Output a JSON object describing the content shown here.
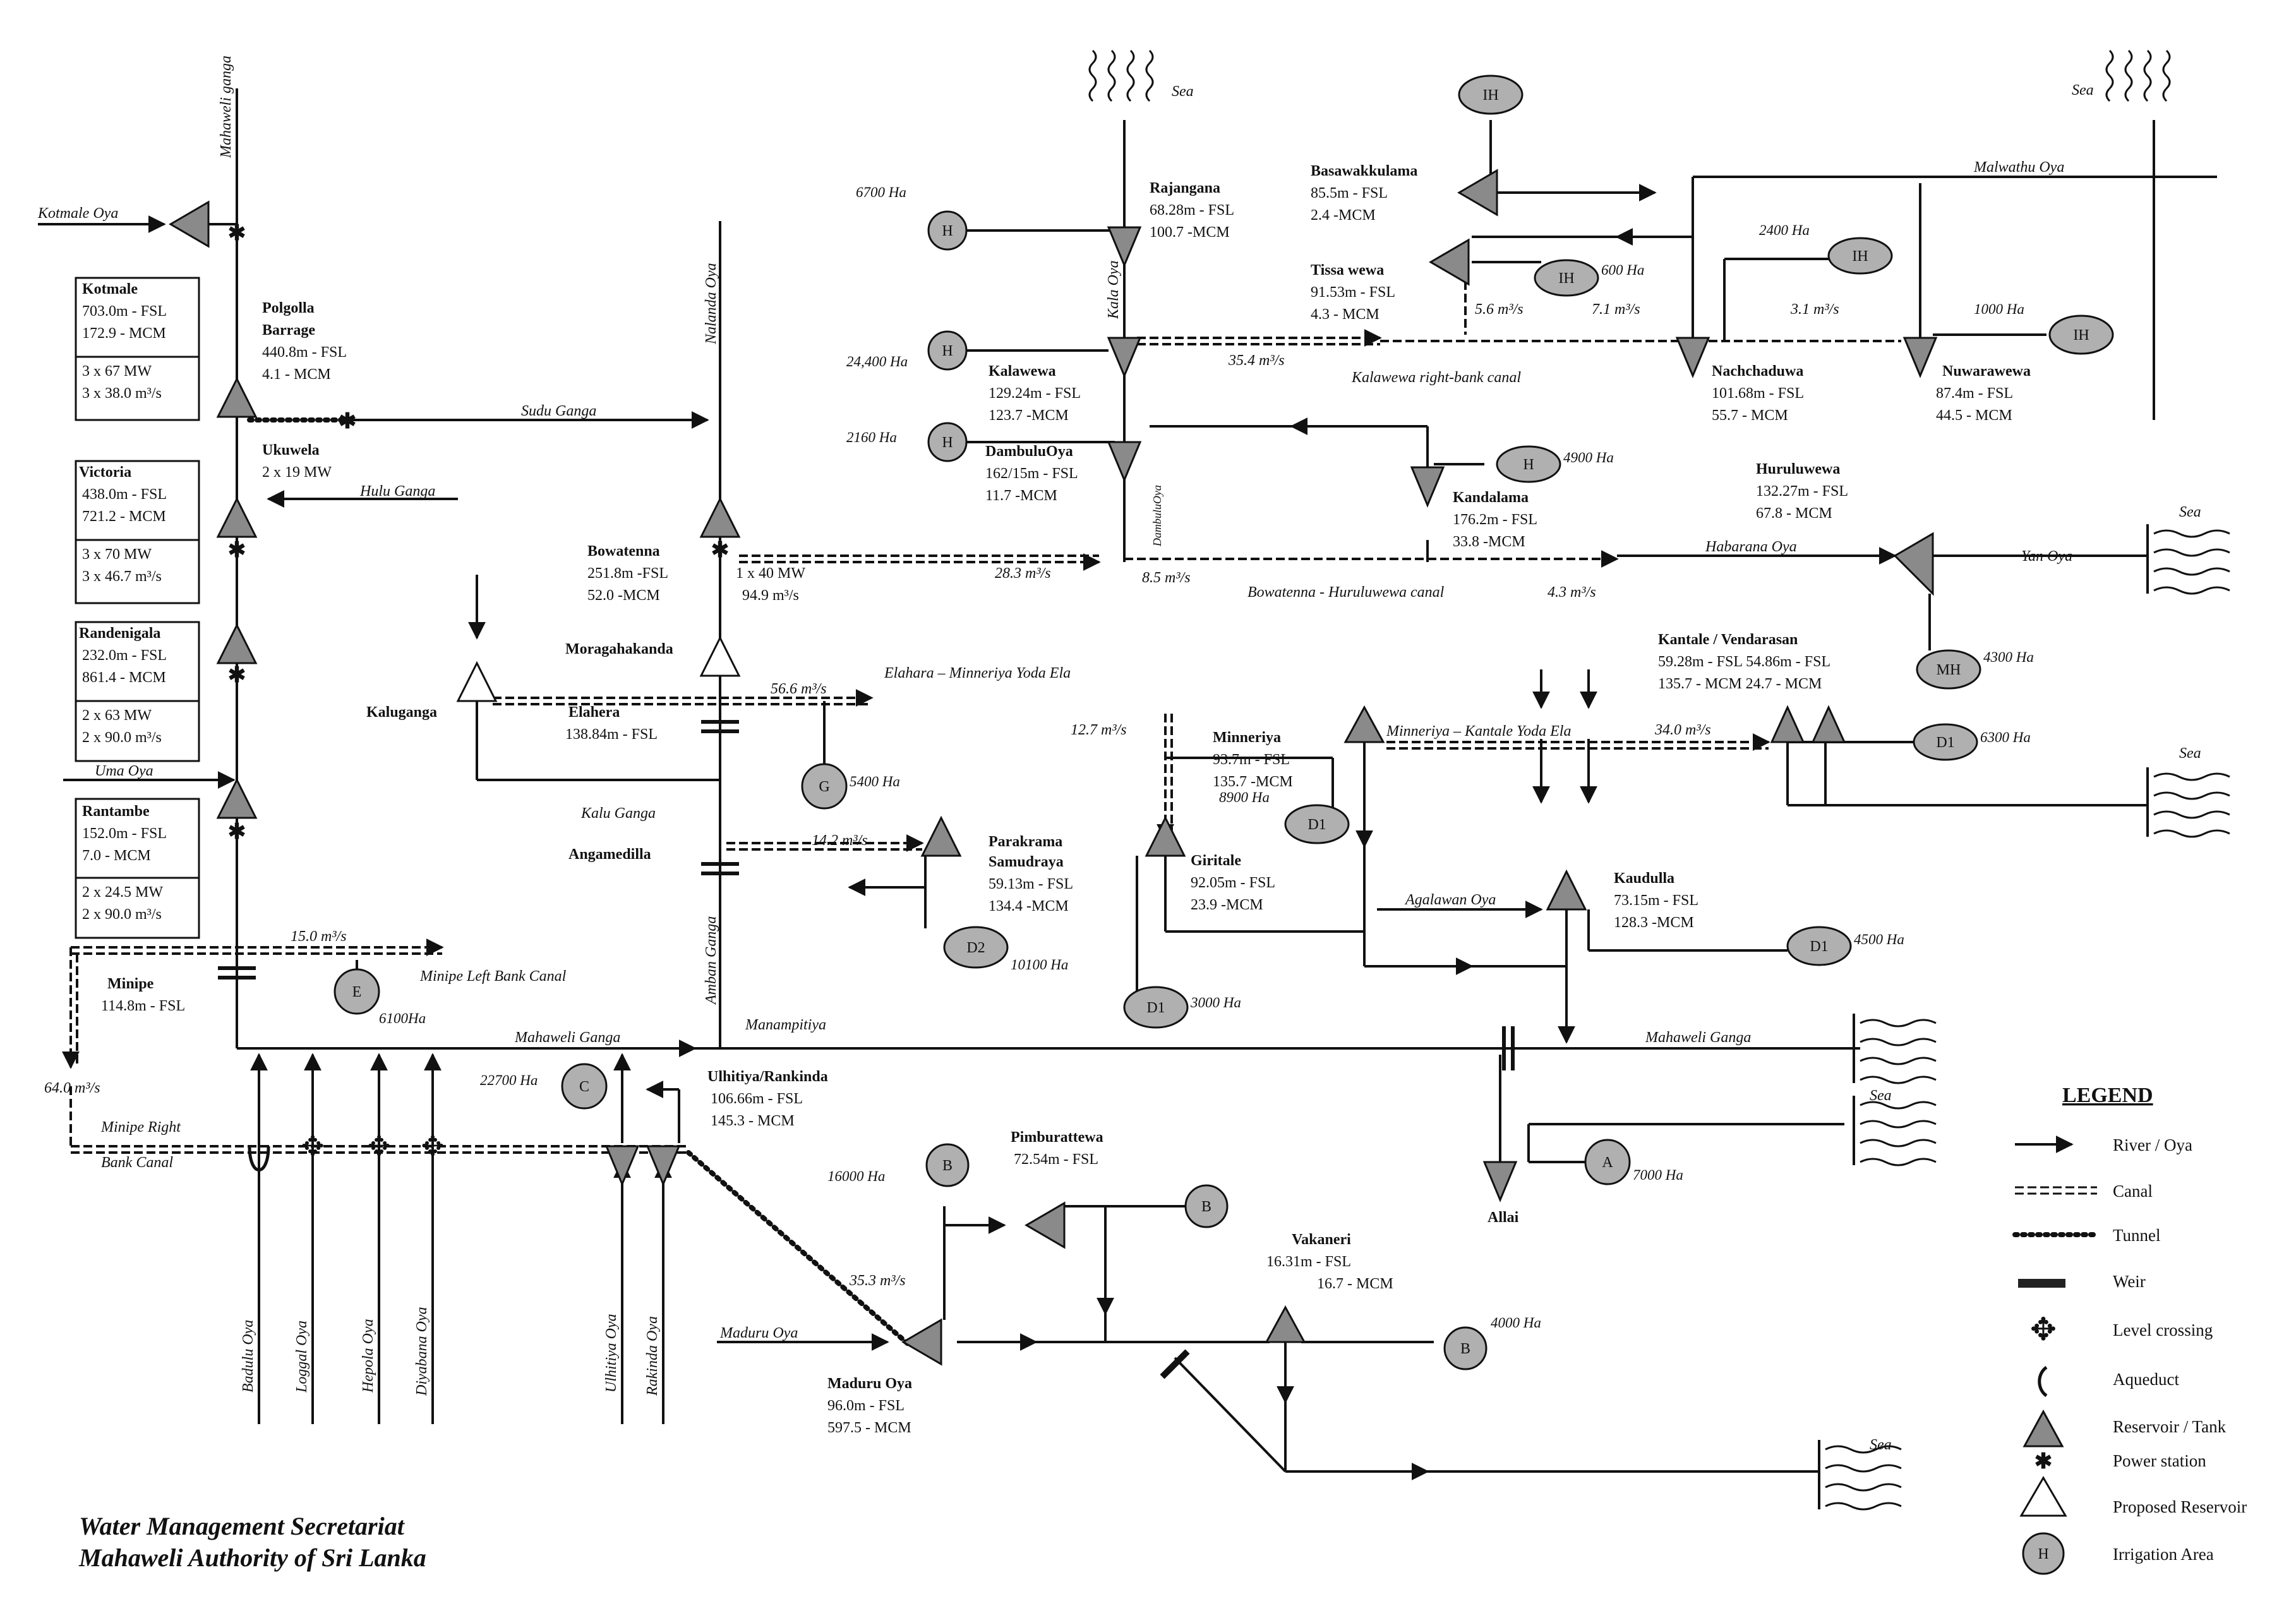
{
  "stations": {
    "kotmale": [
      "Kotmale",
      "703.0m - FSL",
      "172.9 - MCM",
      "3 x 67  MW",
      "3 x 38.0  m³/s"
    ],
    "victoria": [
      "Victoria",
      "438.0m - FSL",
      "721.2 - MCM",
      "3 x 70  MW",
      "3 x 46.7 m³/s"
    ],
    "randenigala": [
      "Randenigala",
      "232.0m - FSL",
      "861.4 - MCM",
      "2 x 63  MW",
      "2 x 90.0 m³/s"
    ],
    "rantambe": [
      "Rantambe",
      "152.0m - FSL",
      "7.0 - MCM",
      "2 x 24.5  MW",
      "2 x 90.0 m³/s"
    ]
  },
  "reservoirs": {
    "polgolla": [
      "Polgolla",
      "Barrage",
      "440.8m - FSL",
      "4.1 - MCM"
    ],
    "ukuwela": [
      "Ukuwela",
      "2 x 19 MW"
    ],
    "bowatenna": [
      "Bowatenna",
      "251.8m -FSL",
      "52.0 -MCM"
    ],
    "bowatenna_ps": [
      "1 x 40  MW",
      "94.9 m³/s"
    ],
    "moragahakanda": [
      "Moragahakanda"
    ],
    "kaluganga": [
      "Kaluganga"
    ],
    "elahera": [
      "Elahera",
      "138.84m - FSL"
    ],
    "angamedilla": [
      "Angamedilla"
    ],
    "minipe": [
      "Minipe",
      "114.8m - FSL"
    ],
    "rajangana": [
      "Rajangana",
      "68.28m - FSL",
      "100.7 -MCM"
    ],
    "kalawewa": [
      "Kalawewa",
      "129.24m - FSL",
      "123.7 -MCM"
    ],
    "dambuluoya": [
      "DambuluOya",
      "162/15m - FSL",
      "11.7 -MCM"
    ],
    "basawakkulama": [
      "Basawakkulama",
      "85.5m - FSL",
      "2.4 -MCM"
    ],
    "tissa_wewa": [
      "Tissa wewa",
      "91.53m - FSL",
      "4.3 - MCM"
    ],
    "nachchaduwa": [
      "Nachchaduwa",
      "101.68m - FSL",
      "55.7 - MCM"
    ],
    "nuwarawewa": [
      "Nuwarawewa",
      "87.4m - FSL",
      "44.5 - MCM"
    ],
    "kandalama": [
      "Kandalama",
      "176.2m - FSL",
      "33.8 -MCM"
    ],
    "huruluwewa": [
      "Huruluwewa",
      "132.27m - FSL",
      "67.8 - MCM"
    ],
    "kantale": [
      "Kantale  /  Vendarasan",
      "59.28m - FSL   54.86m - FSL",
      "135.7 - MCM    24.7 - MCM"
    ],
    "minneriya": [
      "Minneriya",
      "93.7m - FSL",
      "135.7 -MCM"
    ],
    "giritale": [
      "Giritale",
      "92.05m - FSL",
      "23.9 -MCM"
    ],
    "parakrama": [
      "Parakrama",
      "Samudraya",
      "59.13m - FSL",
      "134.4 -MCM"
    ],
    "kaudulla": [
      "Kaudulla",
      "73.15m - FSL",
      "128.3 -MCM"
    ],
    "ulhitiya": [
      "Ulhitiya/Rankinda",
      "106.66m - FSL",
      "145.3 - MCM"
    ],
    "pimburattewa": [
      "Pimburattewa",
      "72.54m - FSL"
    ],
    "maduru_oya": [
      "Maduru Oya",
      "96.0m - FSL",
      "597.5 - MCM"
    ],
    "vakaneri": [
      "Vakaneri",
      "16.31m - FSL",
      "16.7 - MCM"
    ],
    "allai": [
      "Allai"
    ]
  },
  "rivers": {
    "kotmale_oya": "Kotmale Oya",
    "mahaweli_ganga_top": "Mahaweli ganga",
    "sudu_ganga": "Sudu Ganga",
    "hulu_ganga": "Hulu Ganga",
    "uma_oya": "Uma Oya",
    "nalanda_oya": "Nalanda Oya",
    "kala_oya": "Kala Oya",
    "dambulu_oya_v": "DambuluOya",
    "malwathu_oya": "Malwathu Oya",
    "habarana_oya": "Habarana Oya",
    "yan_oya": "Yan Oya",
    "kalu_ganga": "Kalu Ganga",
    "amban_ganga": "Amban Ganga",
    "agalawan_oya": "Agalawan Oya",
    "mahaweli_ganga_mid": "Mahaweli Ganga",
    "mahaweli_ganga_east": "Mahaweli Ganga",
    "manampitiya": "Manampitiya",
    "maduru_oya_river": "Maduru Oya",
    "badulu_oya": "Badulu Oya",
    "loggal_oya": "Loggal Oya",
    "hepola_oya": "Hepola Oya",
    "diyabana_oya": "Diyabana Oya",
    "ulhitiya_oya": "Ulhitiya Oya",
    "rakinda_oya": "Rakinda Oya"
  },
  "canals": {
    "kalawewa_rb": "Kalawewa right-bank canal",
    "bowatenna_huruluwewa": "Bowatenna - Huruluwewa canal",
    "elahera_minneriya": "Elahara – Minneriya Yoda Ela",
    "minneriya_kantale": "Minneriya – Kantale  Yoda Ela",
    "minipe_lb": "Minipe Left Bank Canal",
    "minipe_rb_1": "Minipe Right",
    "minipe_rb_2": "Bank Canal"
  },
  "flows": {
    "f_35_4": "35.4 m³/s",
    "f_5_6": "5.6 m³/s",
    "f_7_1": "7.1 m³/s",
    "f_3_1": "3.1 m³/s",
    "f_28_3": "28.3 m³/s",
    "f_8_5": "8.5 m³/s",
    "f_4_3": "4.3 m³/s",
    "f_56_6": "56.6 m³/s",
    "f_12_7": "12.7 m³/s",
    "f_34_0": "34.0 m³/s",
    "f_14_2": "14.2 m³/s",
    "f_15_0": "15.0 m³/s",
    "f_64_0": "64.0 m³/s",
    "f_35_3": "35.3 m³/s"
  },
  "irrigation_areas": {
    "h_6700": {
      "code": "H",
      "area": "6700 Ha"
    },
    "h_24400": {
      "code": "H",
      "area": "24,400 Ha"
    },
    "h_2160": {
      "code": "H",
      "area": "2160 Ha"
    },
    "h_4900": {
      "code": "H",
      "area": "4900 Ha"
    },
    "ih_top": {
      "code": "IH",
      "area": ""
    },
    "ih_600": {
      "code": "IH",
      "area": "600 Ha"
    },
    "ih_2400": {
      "code": "IH",
      "area": "2400 Ha"
    },
    "ih_1000": {
      "code": "IH",
      "area": "1000 Ha"
    },
    "mh_4300": {
      "code": "MH",
      "area": "4300 Ha"
    },
    "d1_6300": {
      "code": "D1",
      "area": "6300 Ha"
    },
    "d1_8900": {
      "code": "D1",
      "area": "8900 Ha"
    },
    "d1_4500": {
      "code": "D1",
      "area": "4500 Ha"
    },
    "d1_3000": {
      "code": "D1",
      "area": "3000 Ha"
    },
    "d2_10100": {
      "code": "D2",
      "area": "10100 Ha"
    },
    "g_5400": {
      "code": "G",
      "area": "5400 Ha"
    },
    "e_6100": {
      "code": "E",
      "area": "6100Ha"
    },
    "c_22700": {
      "code": "C",
      "area": "22700 Ha"
    },
    "b_16000": {
      "code": "B",
      "area": "16000 Ha"
    },
    "b_right": {
      "code": "B",
      "area": ""
    },
    "b_4000": {
      "code": "B",
      "area": "4000 Ha"
    },
    "a_7000": {
      "code": "A",
      "area": "7000 Ha"
    },
    "legend": {
      "code": "H",
      "area": ""
    }
  },
  "sea_labels": {
    "s1": "Sea",
    "s2": "Sea",
    "s3": "Sea",
    "s4": "Sea",
    "s5": "Sea",
    "s6": "Sea"
  },
  "legend": {
    "title": "LEGEND",
    "items": [
      "River / Oya",
      "Canal",
      "Tunnel",
      "Weir",
      "Level crossing",
      "Aqueduct",
      "Reservoir / Tank",
      "Power station",
      "Proposed Reservoir",
      "Irrigation Area"
    ]
  },
  "footer": {
    "line1": "Water  Management Secretariat",
    "line2": "Mahaweli Authority of Sri Lanka"
  }
}
